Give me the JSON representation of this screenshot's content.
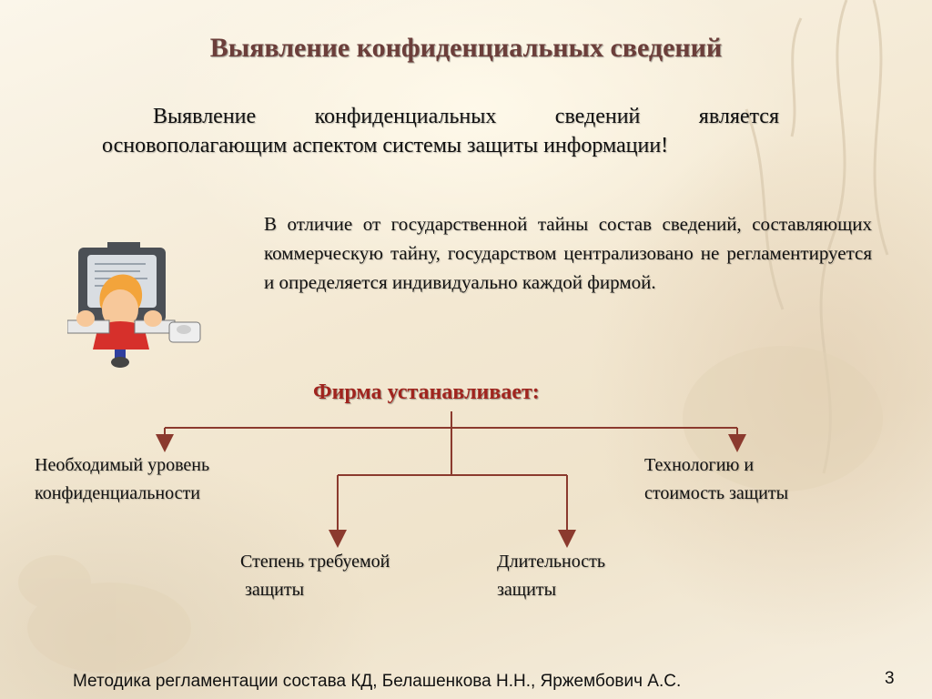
{
  "slide": {
    "title": "Выявление конфиденциальных сведений",
    "intro": "Выявление конфиденциальных сведений является основополагающим аспектом системы защиты информации!",
    "paragraph": "В отличие от государственной тайны состав сведений, составляющих коммерческую тайну, государством централизовано не регламентируется и определяется индивидуально каждой фирмой.",
    "firm_heading": "Фирма устанавливает:",
    "nodes": {
      "level": [
        "Необходимый уровень",
        "конфиденциальности"
      ],
      "technology": [
        "Технологию и",
        "стоимость защиты"
      ],
      "degree": [
        "Степень требуемой",
        " защиты"
      ],
      "duration": [
        "Длительность",
        "защиты"
      ]
    },
    "footer": "Методика регламентации состава КД, Белашенкова Н.Н., Яржембович А.С.",
    "page_number": "3"
  },
  "colors": {
    "title": "#6b3e3a",
    "heading_accent": "#a0241e",
    "connector": "#8b3a2e",
    "background": "#f3e8d2"
  },
  "icons": {
    "clipart": "person-at-computer-icon"
  }
}
